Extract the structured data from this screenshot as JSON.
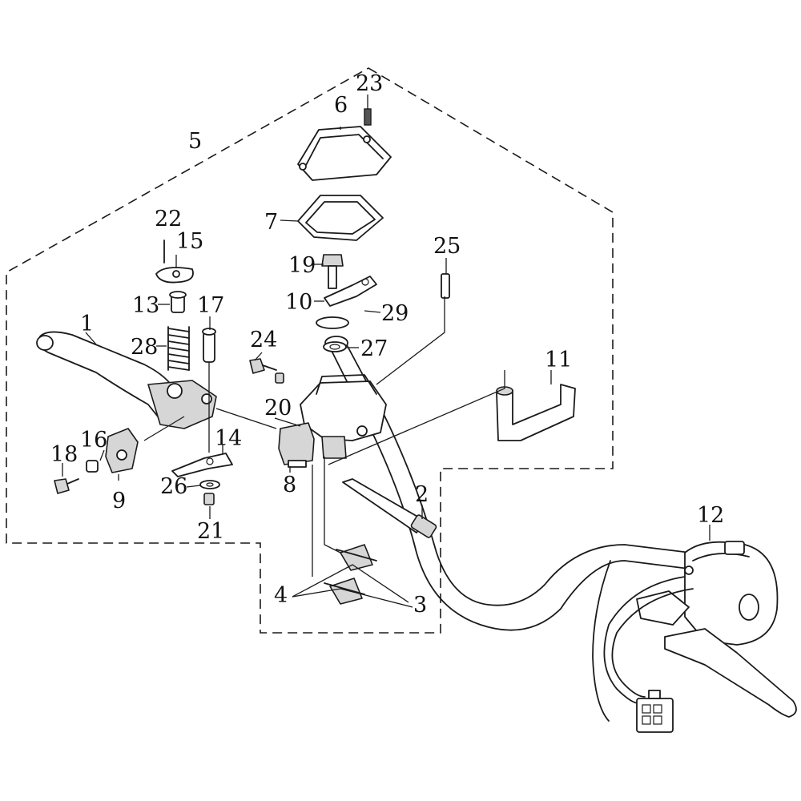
{
  "diagram": {
    "colors": {
      "line": "#1a1a1a",
      "background": "#ffffff",
      "shade": "#d6d6d6"
    },
    "parts": [
      {
        "id": "p1",
        "label": "1"
      },
      {
        "id": "p2",
        "label": "2"
      },
      {
        "id": "p3",
        "label": "3"
      },
      {
        "id": "p4",
        "label": "4"
      },
      {
        "id": "p5",
        "label": "5"
      },
      {
        "id": "p6",
        "label": "6"
      },
      {
        "id": "p7",
        "label": "7"
      },
      {
        "id": "p8",
        "label": "8"
      },
      {
        "id": "p9",
        "label": "9"
      },
      {
        "id": "p10",
        "label": "10"
      },
      {
        "id": "p11",
        "label": "11"
      },
      {
        "id": "p12",
        "label": "12"
      },
      {
        "id": "p13",
        "label": "13"
      },
      {
        "id": "p14",
        "label": "14"
      },
      {
        "id": "p15",
        "label": "15"
      },
      {
        "id": "p16",
        "label": "16"
      },
      {
        "id": "p17",
        "label": "17"
      },
      {
        "id": "p18",
        "label": "18"
      },
      {
        "id": "p19",
        "label": "19"
      },
      {
        "id": "p20",
        "label": "20"
      },
      {
        "id": "p21",
        "label": "21"
      },
      {
        "id": "p22",
        "label": "22"
      },
      {
        "id": "p23",
        "label": "23"
      },
      {
        "id": "p24",
        "label": "24"
      },
      {
        "id": "p25",
        "label": "25"
      },
      {
        "id": "p26",
        "label": "26"
      },
      {
        "id": "p27",
        "label": "27"
      },
      {
        "id": "p28",
        "label": "28"
      },
      {
        "id": "p29",
        "label": "29"
      }
    ]
  }
}
